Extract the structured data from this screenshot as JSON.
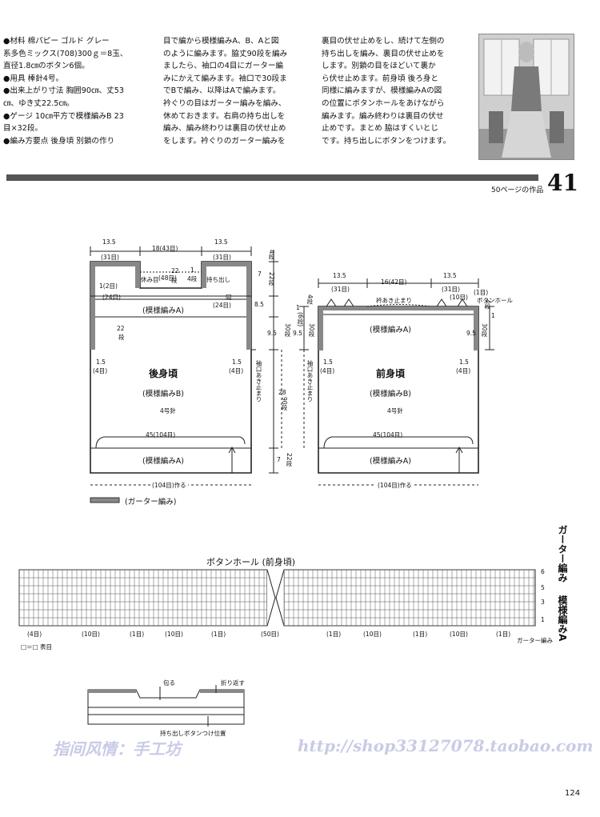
{
  "text": {
    "col1": [
      "●材料 棉パピー ゴルド グレー",
      "系多色ミックス(708)300ｇ＝8玉、",
      "直径1.8㎝のボタン6個。",
      "●用具 棒針4号。",
      "●出来上がり寸法 胸囲90㎝、丈53",
      "㎝、ゆき丈22.5㎝。",
      "●ゲージ 10㎝平方で模様編みB 23",
      "目×32段。",
      "●編み方要点 後身頃 別鎖の作り"
    ],
    "col2": [
      "目で編から模様編みA、B、Aと図",
      "のように編みます。脇丈90段を編み",
      "ましたら、袖口の4目にガーター編",
      "みにかえて編みます。袖口で30段ま",
      "でBで編み、以降はAで編みます。",
      "衿ぐりの目はガーター編みを編み、",
      "休めておきます。右肩の持ち出しを",
      "編み、編み終わりは裏目の伏せ止め",
      "をします。衿ぐりのガーター編みを"
    ],
    "col3": [
      "裏目の伏せ止めをし、続けて左側の",
      "持ち出しを編み、裏目の伏せ止めを",
      "します。別鎖の目をほどいて裏か",
      "ら伏せ止めます。前身頃 後ろ身と",
      "同様に編みますが、模様編みAの図",
      "の位置にボタンホールをあけながら",
      "編みます。編み終わりは裏目の伏せ",
      "止めです。まとめ 脇はすくいとじ",
      "です。持ち出しにボタンをつけます。"
    ]
  },
  "header": {
    "page_number_big": "41",
    "ref_text": "50ページの作品"
  },
  "back": {
    "title": "後身頃",
    "pattern_b": "(模様編みB)",
    "pattern_a_top": "(模様編みA)",
    "pattern_a_bottom": "(模様編みA)",
    "needle": "4号針",
    "top_w_left": "13.5",
    "top_w_left_st": "(31目)",
    "top_w_mid": "18(43目)",
    "top_w_right": "13.5",
    "top_w_right_st": "(31目)",
    "neck_st": "(48目)",
    "body_w": "45(104目)",
    "cast_on": "(104目)作る",
    "yasume": "休み目",
    "mochidashi": "持ち出し",
    "left_1": "1(2目)",
    "left_24": "(24目)",
    "right_same": "同",
    "right_24": "(24目)",
    "d22": "22",
    "d22u": "段",
    "n22": "22",
    "n22u": "段",
    "n1": "1",
    "n1u": "4段",
    "side_15l": "1.5",
    "side_4l": "(4目)",
    "side_15r": "1.5",
    "side_4r": "(4目)",
    "r_7": "7",
    "r_4": "4段",
    "r_22": "22段",
    "r_85": "8.5",
    "r_95": "9.5",
    "r_30": "30段",
    "r_28": "28",
    "r_90": "90段",
    "r_7b": "7",
    "r_22b": "22段",
    "sode_v": "袖口あき止まり"
  },
  "front": {
    "title": "前身頃",
    "pattern_b": "(模様編みB)",
    "pattern_a_top": "(模様編みA)",
    "pattern_a_bottom": "(模様編みA)",
    "needle": "4号針",
    "w_left": "13.5",
    "w_left_st": "(31目)",
    "w_mid": "16(42目)",
    "w_right": "13.5",
    "w_right_st": "(31目)",
    "neck": "衿あき止まり",
    "neck_st": "(10目)",
    "one_st": "(1目)",
    "buttonhole": "ボタンホール",
    "body_w": "45(104目)",
    "cast_on": "(104目)作る",
    "side_15l": "1.5",
    "side_4l": "(4目)",
    "side_15r": "1.5",
    "side_4r": "(4目)",
    "l_4": "4段",
    "l_1": "1",
    "l_6": "(6段)",
    "l_95": "9.5",
    "l_30": "30段",
    "r_95": "9.5",
    "r_30": "30段",
    "r_4": "4段",
    "r_1": "1",
    "sode_v": "袖口あき止まり"
  },
  "legend": {
    "garter": "(ガーター編み)"
  },
  "buttonhole_chart": {
    "title": "ボタンホール (前身頃)",
    "legend": "□＝□ 表目",
    "bottom_left": [
      "(4目)",
      "(10目)",
      "(1目)",
      "(10目)",
      "(1目)",
      "(50目)"
    ],
    "bottom_right": [
      "(1目)",
      "(10目)",
      "(1目)",
      "(10目)",
      "(1目)"
    ],
    "bottom_garter": "ガーター編み",
    "row_nums": [
      "6",
      "5",
      "3",
      "1"
    ],
    "side_garter": "ガーター編み",
    "side_pattern": "模様編みA"
  },
  "small": {
    "fold": "折り返す",
    "mochidashi": "持ち出し",
    "btn": "持ち出しボタンつけ位置",
    "wrap": "包る"
  },
  "watermark_left": "指间风情：手工坊",
  "watermark_right": "http://shop33127078.taobao.com",
  "page_number": "124"
}
